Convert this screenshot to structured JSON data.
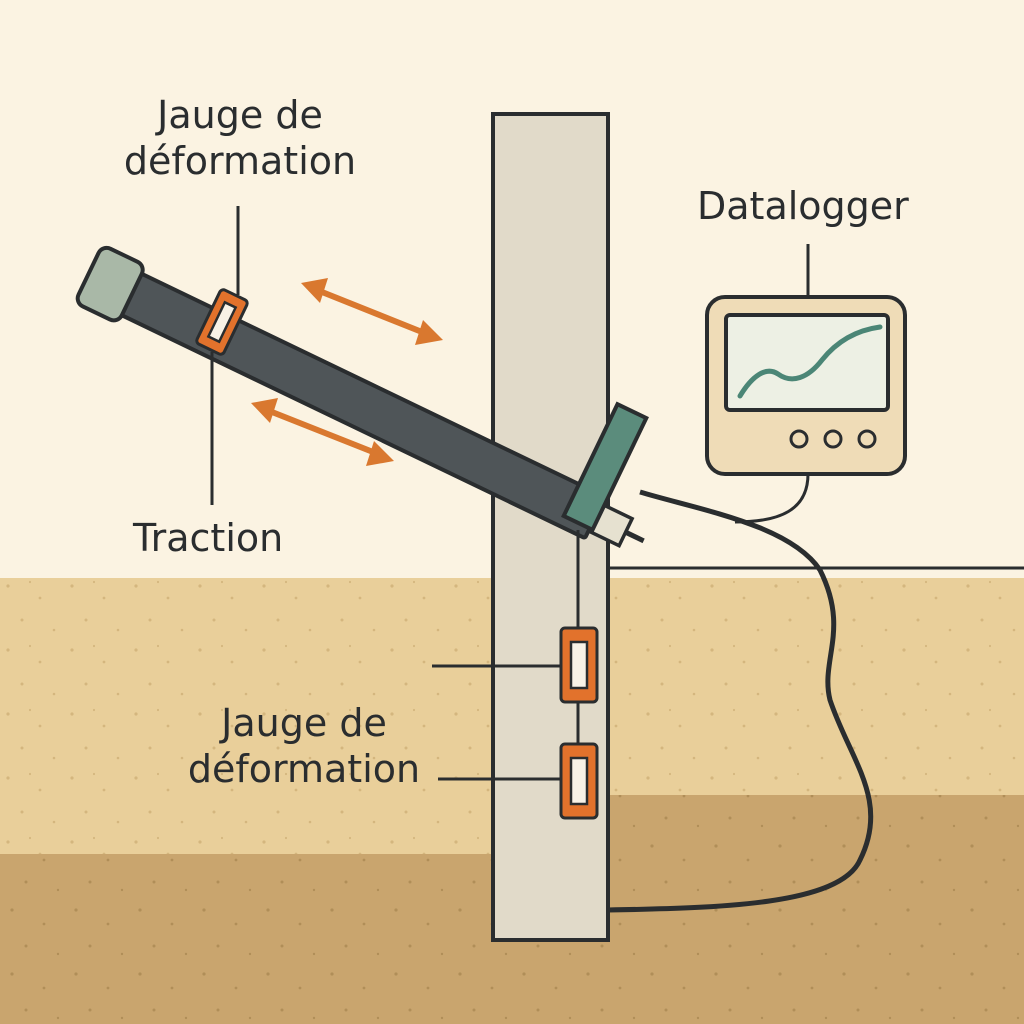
{
  "labels": {
    "strain_gauge_top": [
      "Jauge de",
      "déformation"
    ],
    "traction": "Traction",
    "datalogger": "Datalogger",
    "strain_gauge_bottom": [
      "Jauge de",
      "déformation"
    ]
  },
  "colors": {
    "sky": "#fbf3e2",
    "soil_upper": "#e9cf9a",
    "soil_lower": "#c9a56e",
    "pile": "#e1dac9",
    "anchor_rod": "#4f5558",
    "rod_cap": "#a9b8a7",
    "gauge": "#e2722c",
    "anchor_plate": "#5b8c7c",
    "arrow": "#d9782f",
    "datalogger_body": "#efdcb7",
    "screen": "#edf0e4",
    "screen_curve": "#4b8676",
    "outline": "#2a2d2f"
  },
  "icons": {
    "arrow": "double-headed-arrow-icon",
    "gauge": "strain-gauge-icon",
    "datalogger": "datalogger-icon"
  }
}
